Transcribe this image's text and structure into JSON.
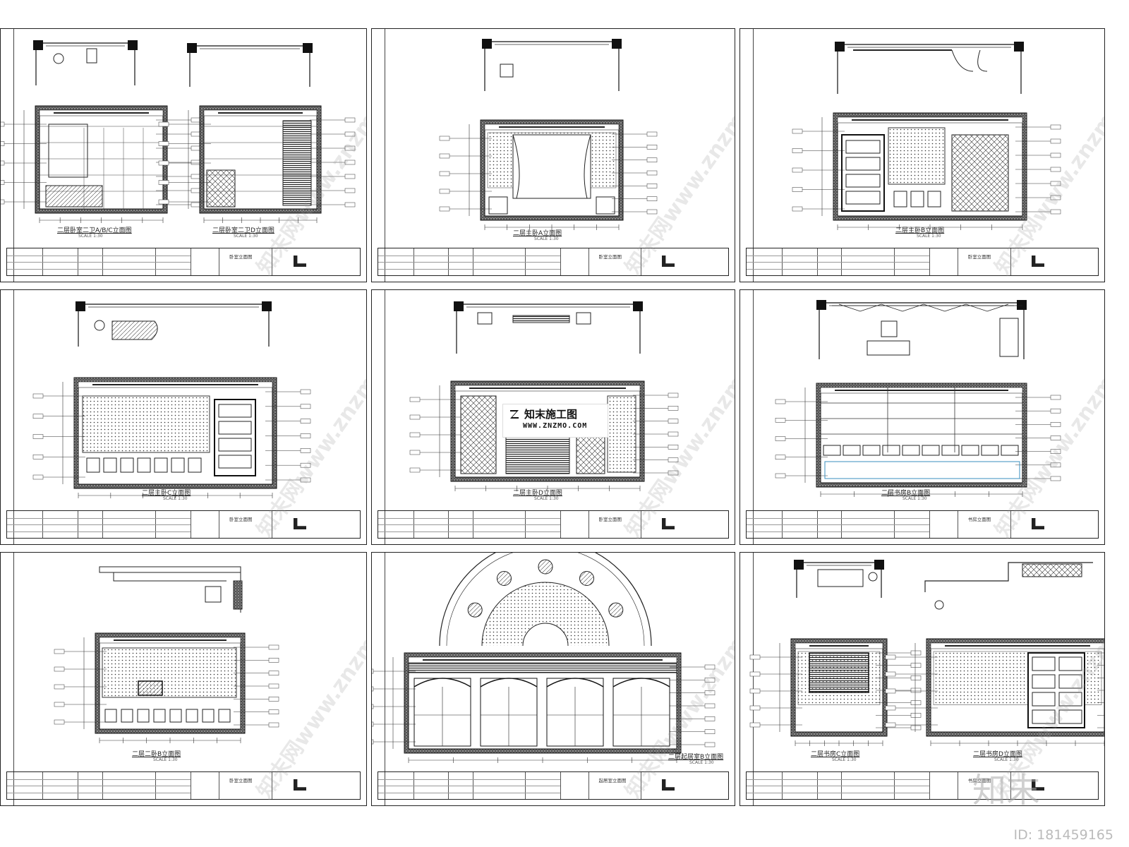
{
  "sheets": [
    {
      "title": "二层卧室二卫A/B/C立面图",
      "title2": "二层卧室二卫D立面图",
      "scale": "SCALE 1:30",
      "project": "卧室立面图"
    },
    {
      "title": "二层主卧A立面图",
      "scale": "SCALE 1:30",
      "project": "卧室立面图"
    },
    {
      "title": "二层主卧B立面图",
      "scale": "SCALE 1:30",
      "project": "卧室立面图"
    },
    {
      "title": "二层主卧C立面图",
      "scale": "SCALE 1:30",
      "project": "卧室立面图"
    },
    {
      "title": "二层主卧D立面图",
      "scale": "SCALE 1:30",
      "project": "卧室立面图"
    },
    {
      "title": "二层书房B立面图",
      "scale": "SCALE 1:30",
      "project": "书房立面图"
    },
    {
      "title": "二层二卧B立面图",
      "scale": "SCALE 1:30",
      "project": "卧室立面图"
    },
    {
      "title": "二层起居室B立面图",
      "scale": "SCALE 1:30",
      "project": "起居室立面图"
    },
    {
      "title": "二层书房C立面图",
      "title2": "二层书房D立面图",
      "scale": "SCALE 1:30",
      "project": "书房立面图"
    }
  ],
  "brand": {
    "name": "知末施工图",
    "url": "WWW.ZNZMO.COM"
  },
  "watermark": "知末网www.znzmo.com",
  "corner_watermark": "知末",
  "id_label": "ID: 181459165"
}
